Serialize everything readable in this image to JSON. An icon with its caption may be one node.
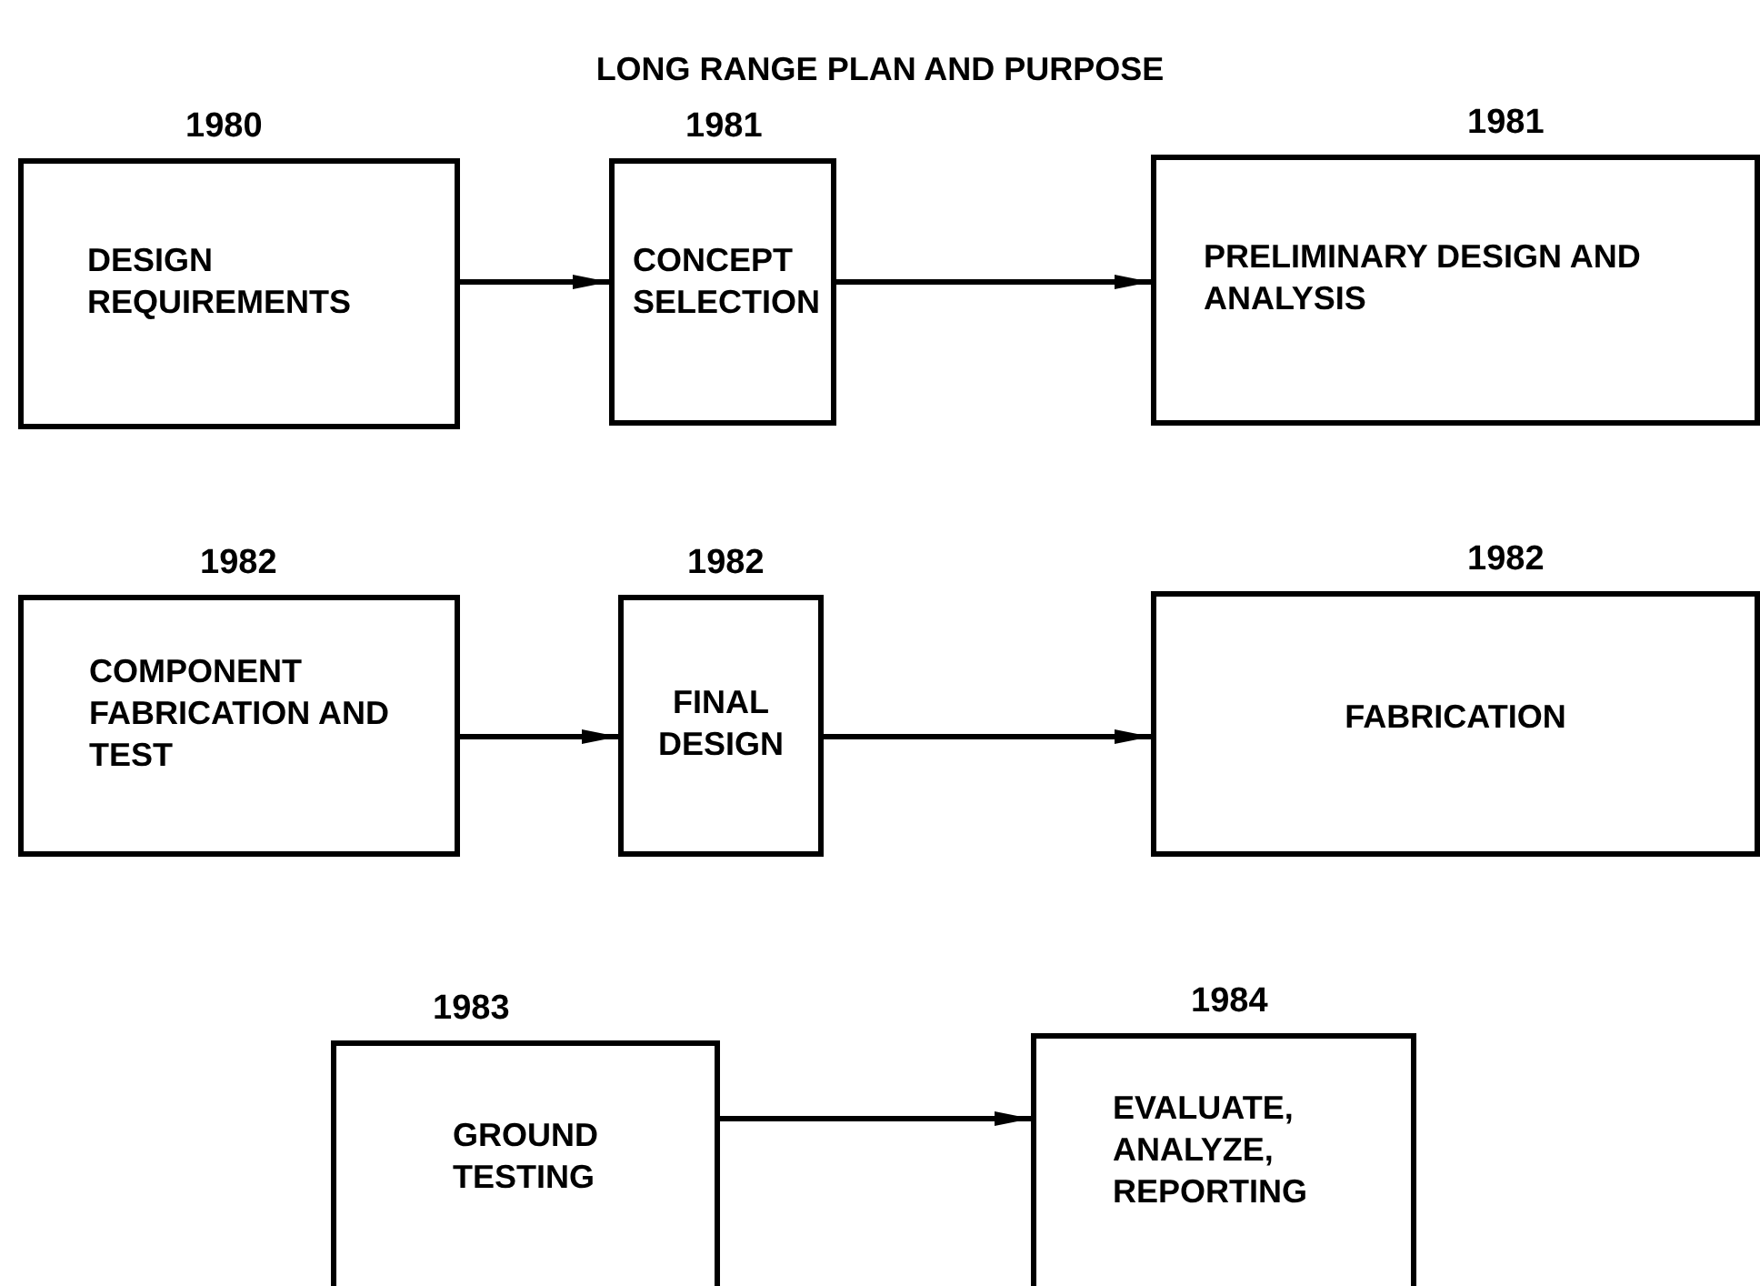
{
  "diagram": {
    "title": "LONG RANGE PLAN AND PURPOSE",
    "nodes": [
      {
        "text": [
          "1980",
          "DESIGN REQUIREMENTS"
        ]
      },
      {
        "text": [
          "1981",
          "CONCEPT SELECTION"
        ]
      },
      {
        "text": [
          "1981",
          "PRELIMINARY DESIGN AND ANALYSIS"
        ]
      },
      {
        "text": [
          "1982",
          "COMPONENT FABRICATION AND TEST"
        ]
      },
      {
        "text": [
          "1982",
          "FINAL DESIGN"
        ]
      },
      {
        "text": [
          "1982",
          "FABRICATION"
        ]
      },
      {
        "text": [
          "1983",
          "GROUND TESTING"
        ]
      },
      {
        "text": [
          "1984",
          "EVALUATE, ANALYZE, REPORTING"
        ]
      }
    ],
    "edges": [
      {
        "from": 0,
        "to": 1,
        "arrow": "to"
      },
      {
        "from": 1,
        "to": 2,
        "arrow": "to"
      },
      {
        "from": 3,
        "to": 4,
        "arrow": "to"
      },
      {
        "from": 4,
        "to": 5,
        "arrow": "to"
      },
      {
        "from": 6,
        "to": 7,
        "arrow": "to"
      }
    ]
  }
}
